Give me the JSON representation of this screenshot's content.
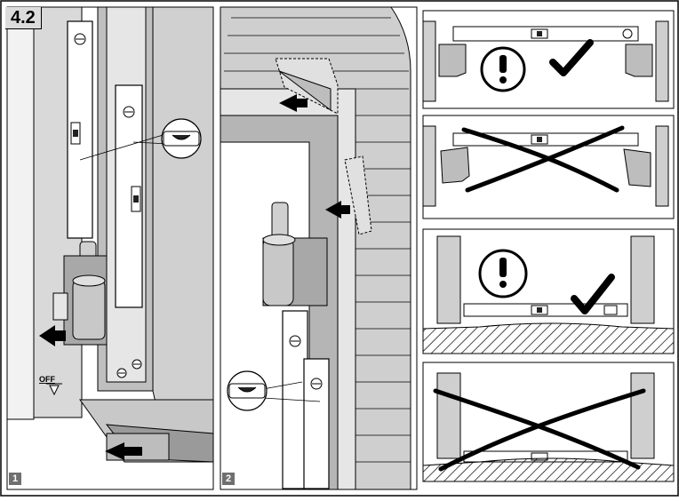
{
  "section": {
    "number": "4.2"
  },
  "panels": [
    {
      "step": "1",
      "marking": "OFF"
    },
    {
      "step": "2"
    }
  ],
  "status_icons": {
    "correct": "checkmark-icon",
    "wrong": "cross-icon",
    "attention": "exclamation-circle-icon"
  }
}
